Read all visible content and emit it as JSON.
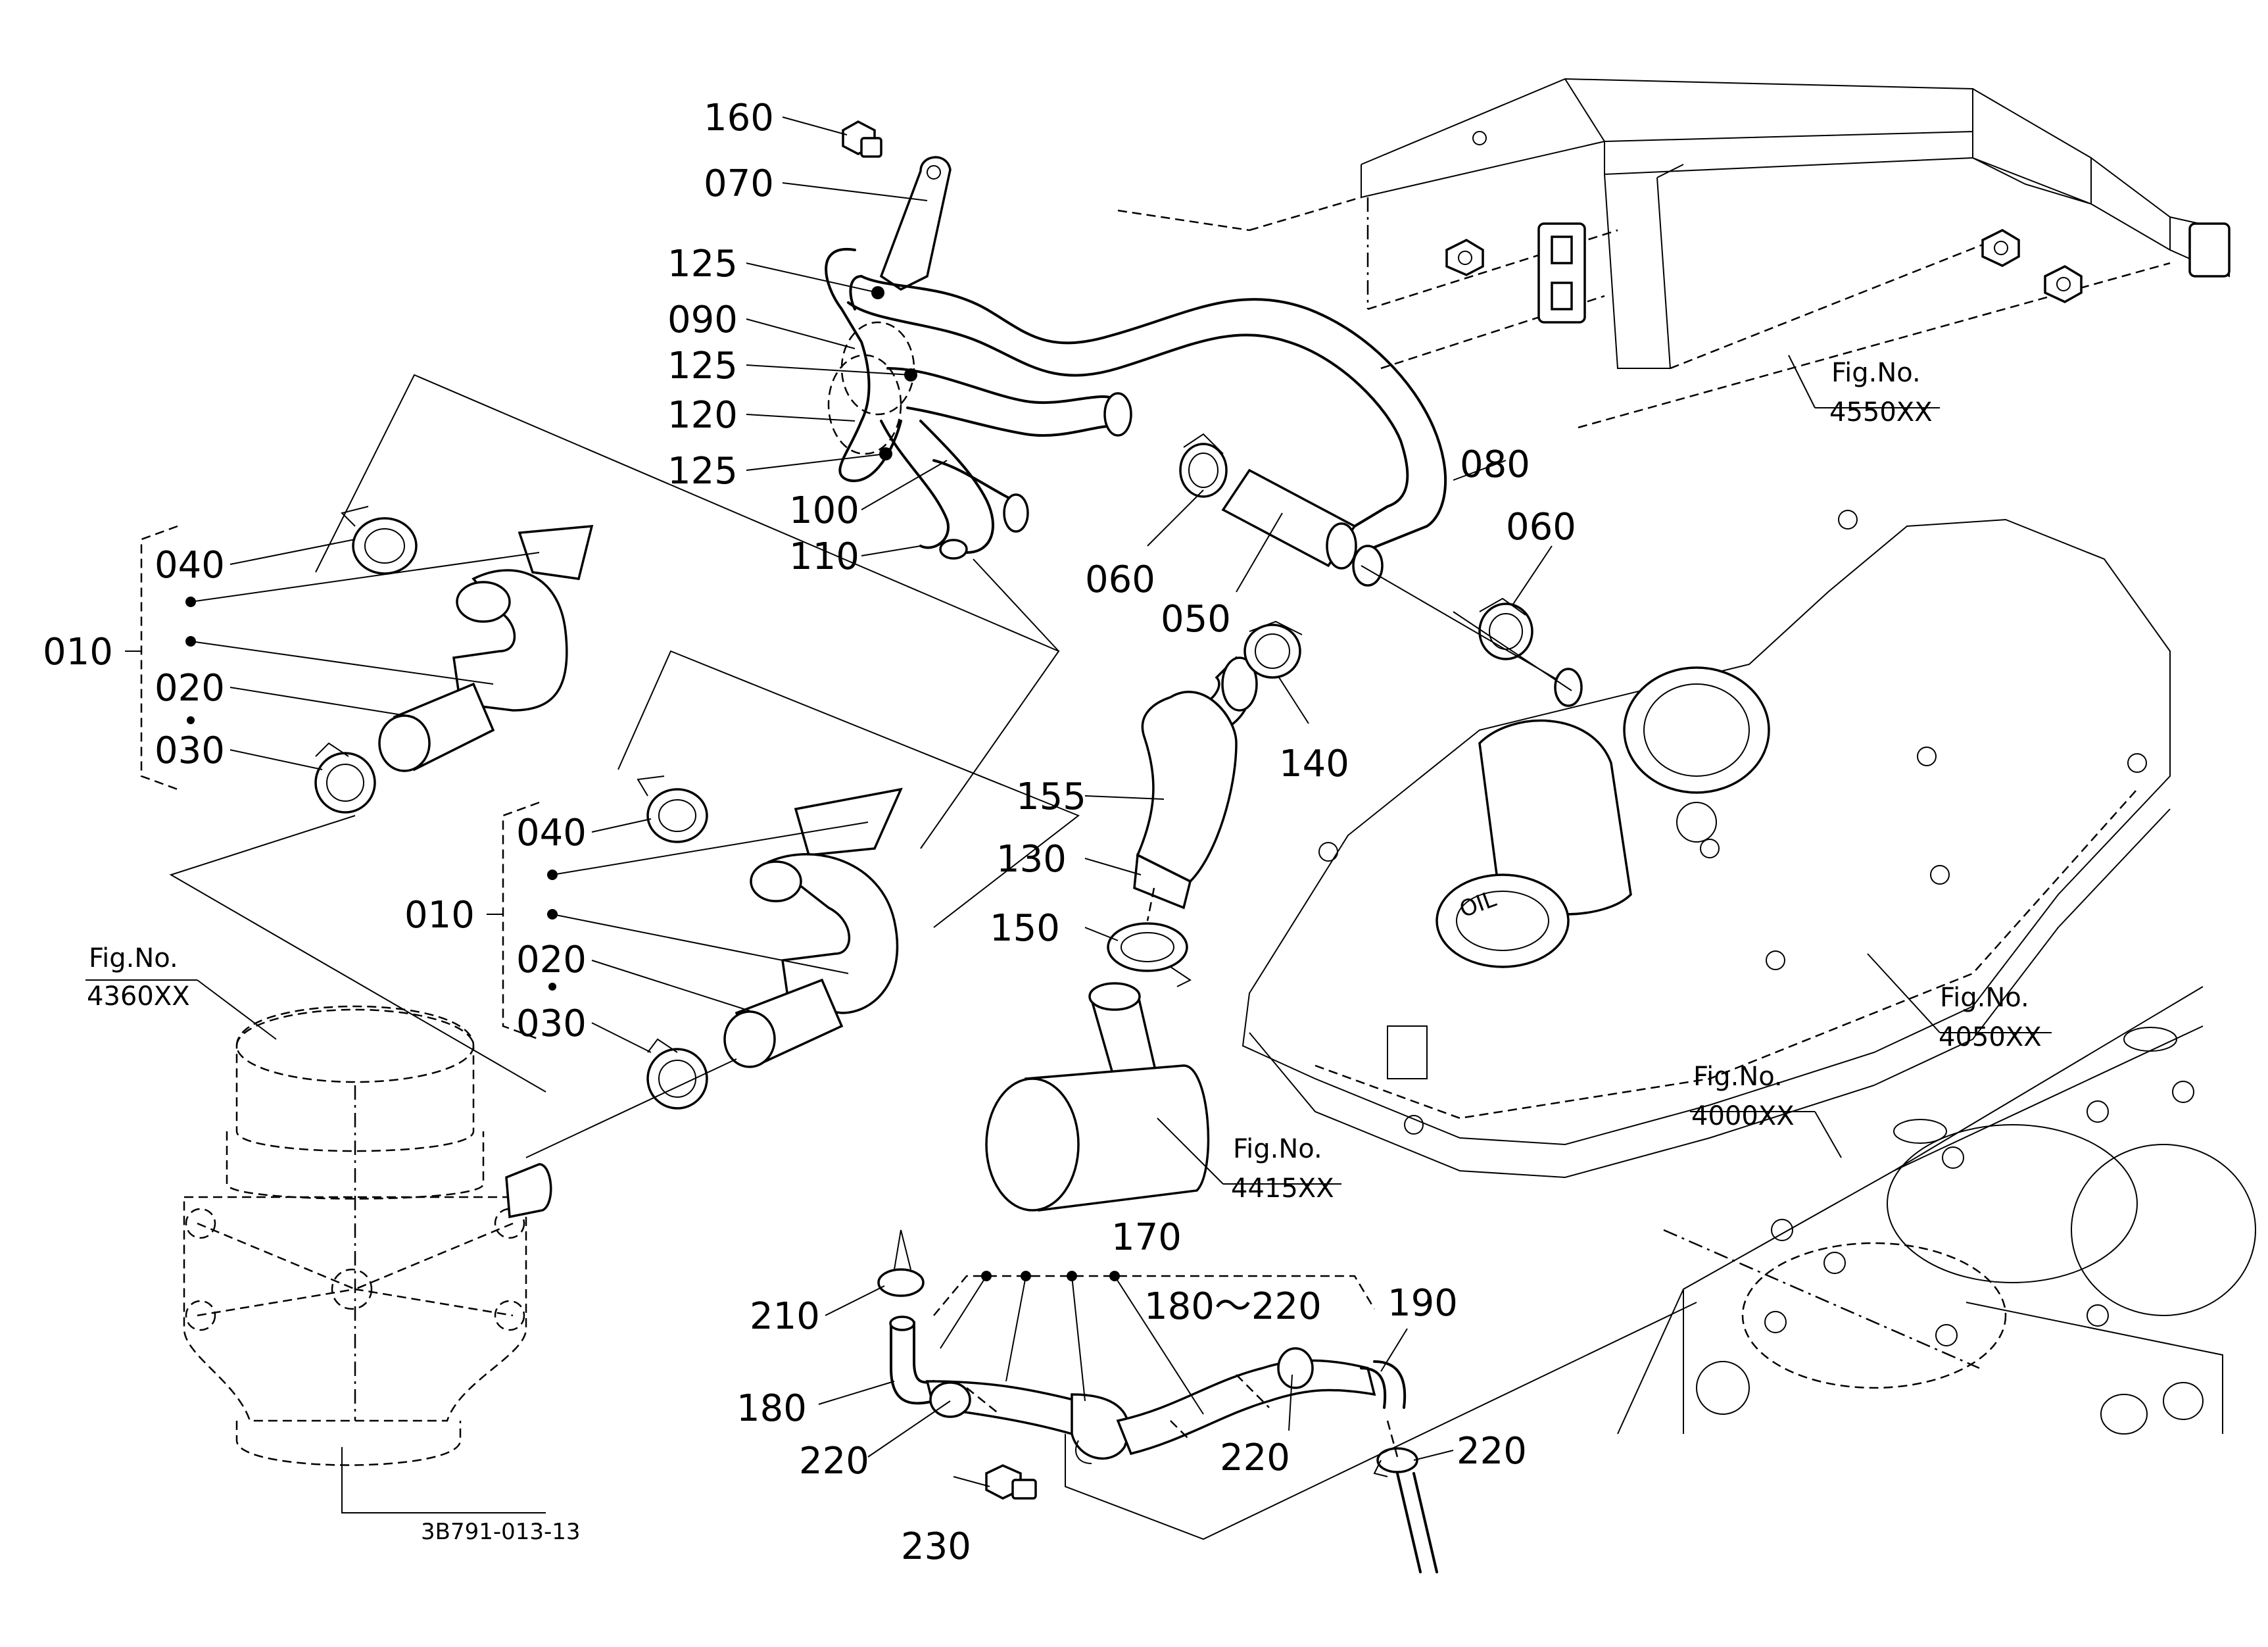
{
  "part_labels": {
    "p160": "160",
    "p070": "070",
    "p125a": "125",
    "p090": "090",
    "p125b": "125",
    "p120": "120",
    "p125c": "125",
    "p100": "100",
    "p110": "110",
    "p080": "080",
    "p060a": "060",
    "p060b": "060",
    "p050": "050",
    "p140": "140",
    "p155": "155",
    "p130": "130",
    "p150": "150",
    "p010a": "010",
    "p040a": "040",
    "p020a": "020",
    "p030a": "030",
    "p010b": "010",
    "p040b": "040",
    "p020b": "020",
    "p030b": "030",
    "p170": "170",
    "p180_220": "180～220",
    "p210": "210",
    "p180": "180",
    "p190": "190",
    "p220a": "220",
    "p220b": "220",
    "p220c": "220",
    "p230": "230"
  },
  "figure_refs": {
    "fig_4550": {
      "title": "Fig.No.",
      "number": "4550XX"
    },
    "fig_4360": {
      "title": "Fig.No.",
      "number": "4360XX"
    },
    "fig_4050": {
      "title": "Fig.No.",
      "number": "4050XX"
    },
    "fig_4000": {
      "title": "Fig.No.",
      "number": "4000XX"
    },
    "fig_4415": {
      "title": "Fig.No.",
      "number": "4415XX"
    }
  },
  "drawing_code": "3B791-013-13"
}
